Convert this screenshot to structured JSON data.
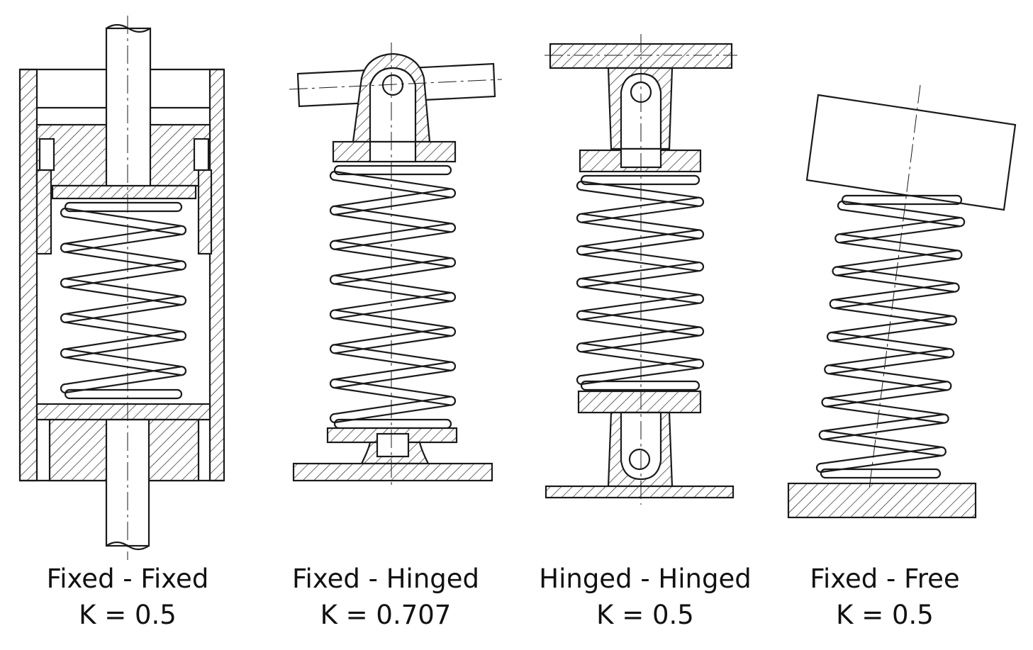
{
  "diagrams": [
    {
      "id": "fixed-fixed",
      "name": "Fixed - Fixed",
      "k": "K = 0.5"
    },
    {
      "id": "fixed-hinged",
      "name": "Fixed - Hinged",
      "k": "K = 0.707"
    },
    {
      "id": "hinged-hinged",
      "name": "Hinged - Hinged",
      "k": "K = 0.5"
    },
    {
      "id": "fixed-free",
      "name": "Fixed - Free",
      "k": "K = 0.5"
    }
  ],
  "colors": {
    "line": "#1a1a1a",
    "background": "#ffffff"
  }
}
